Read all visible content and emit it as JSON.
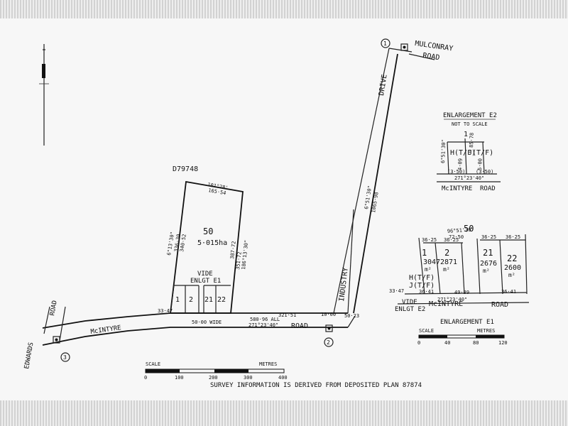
{
  "labels": {
    "parcel_ref": "D79748",
    "lot": "50",
    "area": "5·015ha",
    "vide": "VIDE",
    "enlgt_e1": "ENLGT E1",
    "lot_1": "1",
    "lot_2": "2",
    "lot_21": "21",
    "lot_22": "22",
    "road_width": "50·00 WIDE",
    "road_dims": "580·96 ALL",
    "road_bearing": "271°23'40\"",
    "mcintyre": "McINTYRE",
    "road": "ROAD",
    "industry": "INDUSTRY",
    "drive": "DRIVE",
    "mulconray": "MULCONRAY",
    "road_ne": "ROAD",
    "edwards": "EDWARDS",
    "road_w": "ROAD",
    "survey_note": "SURVEY INFORMATION IS DERIVED FROM DEPOSITED PLAN 87874",
    "scale": "SCALE",
    "metres": "METRES",
    "marker_1": "1",
    "marker_2": "2",
    "marker_3": "3",
    "top_bearing": "101°28'",
    "top_dist": "165·54",
    "left_bearing": "6°13'30\"",
    "left_dist1": "340·52",
    "left_dist2": "336·30",
    "right_dist1": "387·72",
    "right_bearing": "186°13'30\"",
    "right_dist2": "351·72",
    "dist_32151": "321·51",
    "dist_3347": "33·47",
    "dist_1000": "10·00",
    "dist_5023": "50·23",
    "drive_bearing": "6°51'30\"",
    "drive_dist": "1065·98"
  },
  "enlargement_e2": {
    "title": "ENLARGEMENT E2",
    "subtitle": "NOT TO SCALE",
    "lot": "1",
    "h_label": "H(T/F)",
    "j_label": "J(T/F)",
    "dims_left": "6°51'30\"",
    "dims_a": "85·78",
    "dims_b": "4·09",
    "dims_c": "5·00",
    "bottom_a": "(3·50)",
    "bottom_b": "(3·50)",
    "bearing": "271°23'40\"",
    "street": "McINTYRE",
    "road": "ROAD"
  },
  "enlargement_e1": {
    "title": "ENLARGEMENT E1",
    "lot_50": "50",
    "lot_1": "1",
    "lot_2": "2",
    "lot_21": "21",
    "lot_22": "22",
    "area_1": "3047",
    "area_2": "2871",
    "area_21": "2676",
    "area_22": "2600",
    "unit": "m²",
    "top_bearing": "96°51'30\"",
    "top_dist": "72·50",
    "d_3625a": "36·25",
    "d_3625b": "36·25",
    "d_3625c": "36·25",
    "d_3625d": "36·25",
    "d_3347": "33·47",
    "d_3641a": "36·41",
    "d_3641b": "36·41",
    "d_4989": "49·89",
    "h_label": "H(T/F)",
    "j_label": "J(T/F)",
    "vide": "VIDE",
    "enlgt_e2": "ENLGT E2",
    "street": "McINTYRE",
    "road": "ROAD",
    "bearing": "271°23'40\"",
    "scale": "SCALE",
    "metres": "METRES",
    "ticks": [
      "0",
      "40",
      "80",
      "120"
    ]
  },
  "scale_bar": {
    "ticks": [
      "0",
      "100",
      "200",
      "300",
      "400"
    ]
  }
}
